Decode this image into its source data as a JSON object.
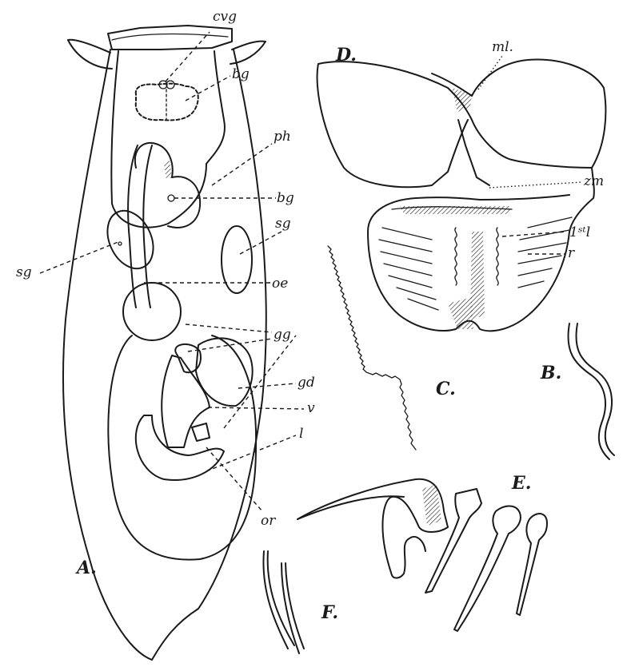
{
  "figure_labels": {
    "cvg": "cvg",
    "bg_top": "bg",
    "ph": "ph",
    "bg_mid": "bg",
    "sg_right": "sg",
    "sg_left": "sg",
    "oe": "oe",
    "gg": "gg",
    "gd": "gd",
    "v": "v",
    "l": "l",
    "or": "or",
    "ml": "ml.",
    "zm": "zm",
    "first_l": "1ˢᵗl",
    "r": "r"
  },
  "panel_captions": {
    "A": "A.",
    "B": "B.",
    "C": "C.",
    "D": "D.",
    "E": "E.",
    "F": "F."
  }
}
